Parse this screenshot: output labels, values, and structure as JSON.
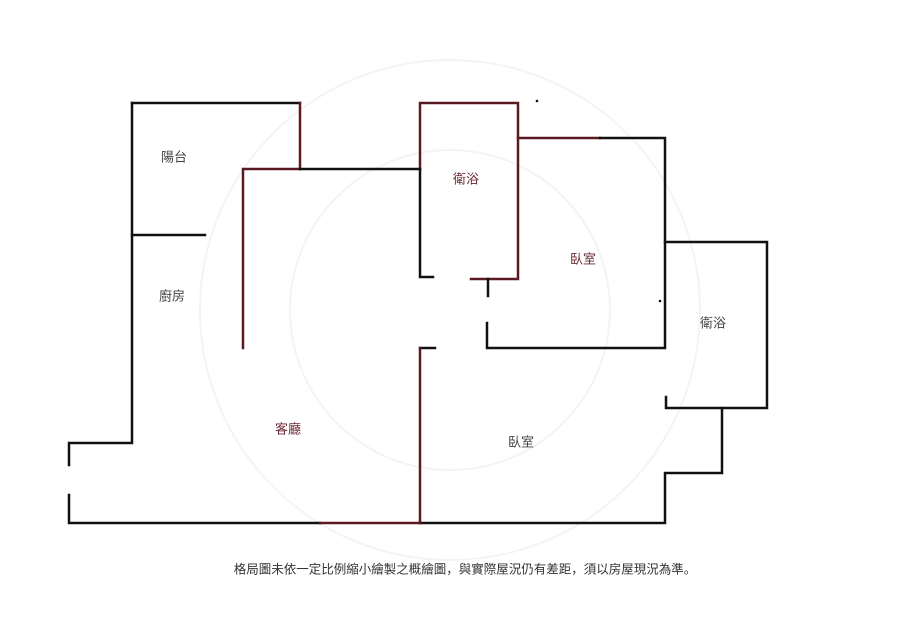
{
  "rooms": {
    "balcony": "陽台",
    "kitchen": "廚房",
    "living_room": "客廳",
    "bathroom_1": "衛浴",
    "bedroom_1": "臥室",
    "bathroom_2": "衛浴",
    "bedroom_2": "臥室"
  },
  "caption": "格局圖未依一定比例縮小繪製之概繪圖，與實際屋況仍有差距，須以房屋現況為準。",
  "colors": {
    "wall": "#111111",
    "accent_wall": "#5a1a22",
    "label_accent": "#6b2a33",
    "label": "#444444"
  }
}
